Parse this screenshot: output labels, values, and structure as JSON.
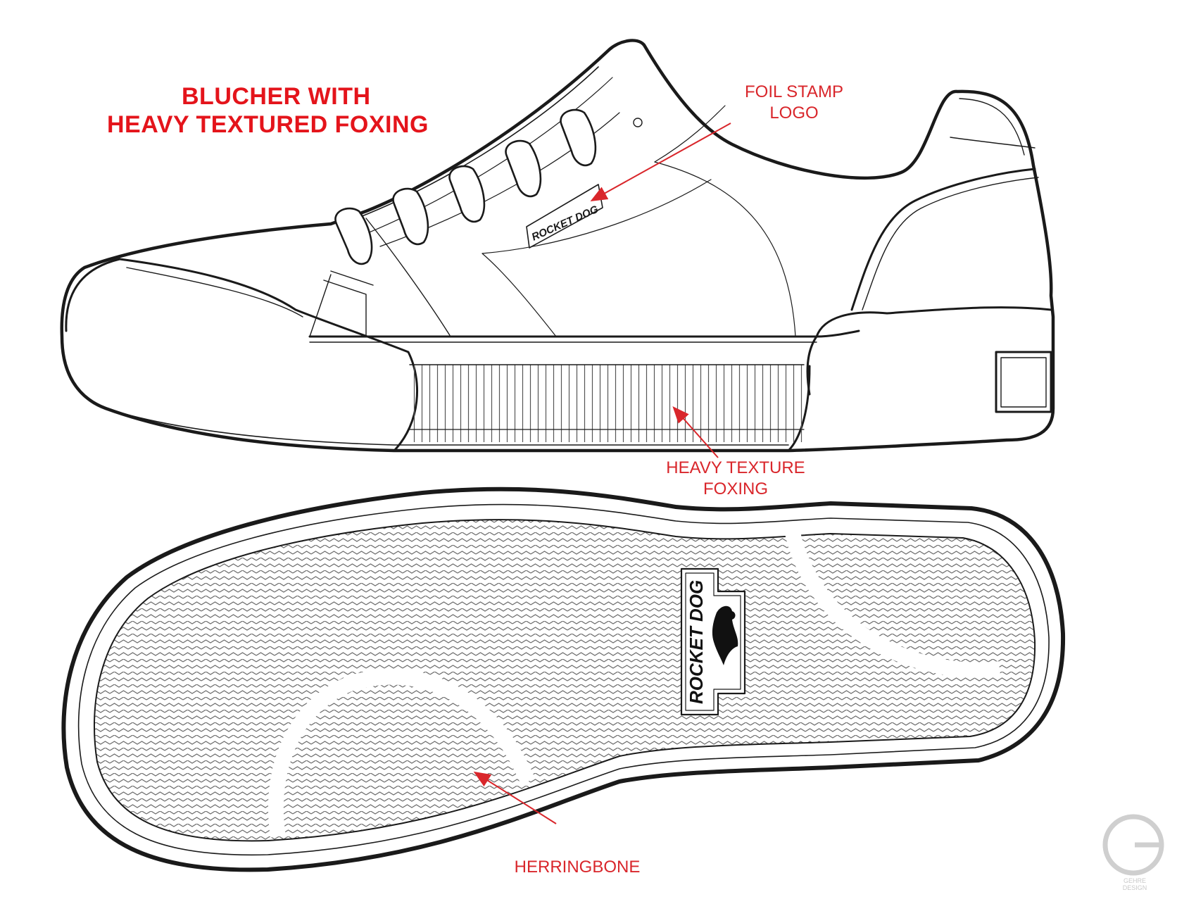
{
  "title": {
    "line1": "BLUCHER WITH",
    "line2": "HEAVY TEXTURED FOXING"
  },
  "callouts": {
    "foil_stamp": {
      "line1": "FOIL STAMP",
      "line2": "LOGO"
    },
    "heavy_texture": {
      "line1": "HEAVY TEXTURE",
      "line2": "FOXING"
    },
    "herringbone": {
      "line1": "HERRINGBONE"
    }
  },
  "logos": {
    "side_stamp": "ROCKET DOG",
    "sole_badge": "ROCKET DOG"
  },
  "watermark": {
    "letter": "G",
    "line1": "GEHRE",
    "line2": "DESIGN"
  },
  "colors": {
    "annotation_red": "#d9262b",
    "title_red": "#e4141b",
    "line": "#1a1a1a",
    "tread": "#777777"
  }
}
